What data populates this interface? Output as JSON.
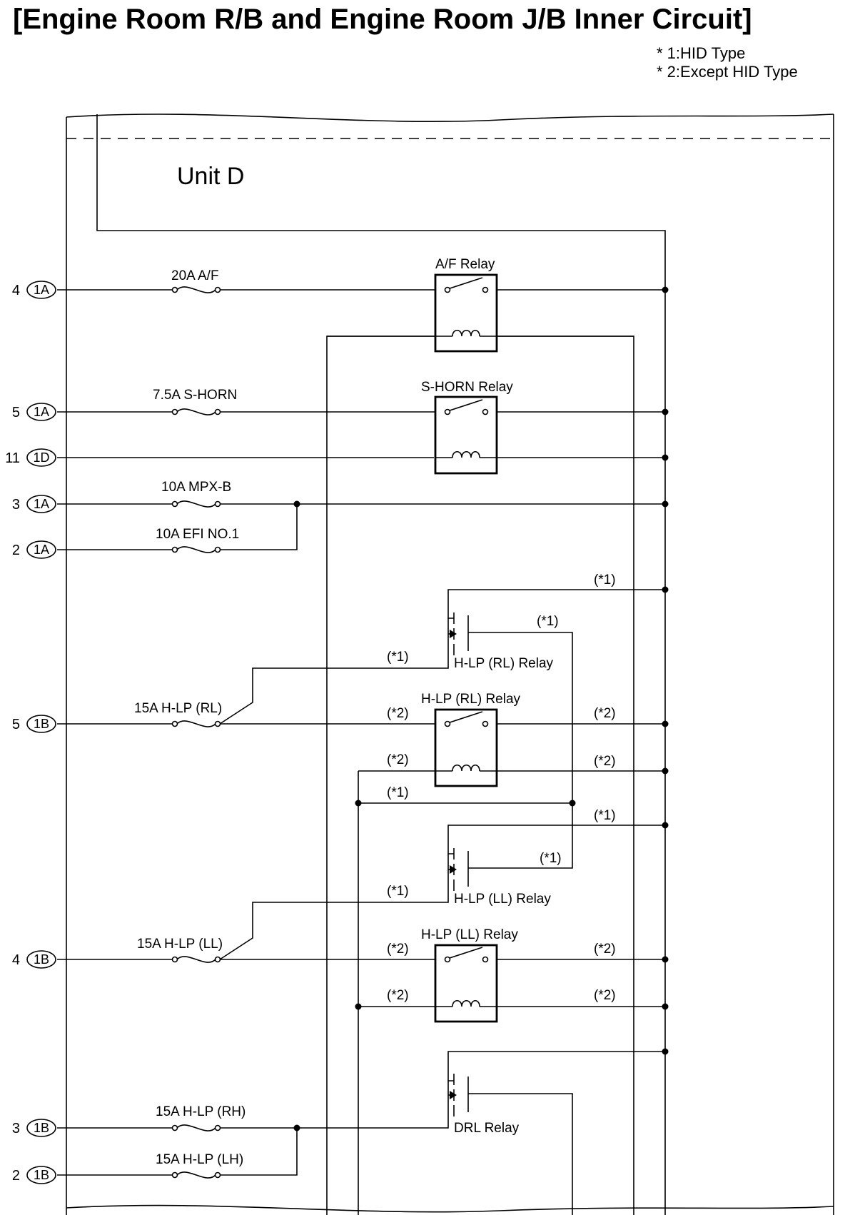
{
  "title": "[Engine Room R/B and Engine Room J/B Inner Circuit]",
  "notes": [
    "* 1:HID Type",
    "* 2:Except HID Type"
  ],
  "unit_label": "Unit D",
  "connectors": [
    {
      "pin": "4",
      "connector": "1A"
    },
    {
      "pin": "5",
      "connector": "1A"
    },
    {
      "pin": "11",
      "connector": "1D"
    },
    {
      "pin": "3",
      "connector": "1A"
    },
    {
      "pin": "2",
      "connector": "1A"
    },
    {
      "pin": "5",
      "connector": "1B"
    },
    {
      "pin": "4",
      "connector": "1B"
    },
    {
      "pin": "3",
      "connector": "1B"
    },
    {
      "pin": "2",
      "connector": "1B"
    }
  ],
  "fuses": [
    "20A A/F",
    "7.5A S-HORN",
    "10A MPX-B",
    "10A EFI NO.1",
    "15A H-LP (RL)",
    "15A H-LP (LL)",
    "15A H-LP (RH)",
    "15A H-LP (LH)"
  ],
  "relays": {
    "af": "A/F Relay",
    "shorn": "S-HORN Relay",
    "hlp_rl_hid": "H-LP (RL) Relay",
    "hlp_rl": "H-LP (RL) Relay",
    "hlp_ll_hid": "H-LP (LL) Relay",
    "hlp_ll": "H-LP (LL) Relay",
    "drl": "DRL Relay"
  },
  "wire_notes": {
    "star1": "(*1)",
    "star2": "(*2)"
  }
}
